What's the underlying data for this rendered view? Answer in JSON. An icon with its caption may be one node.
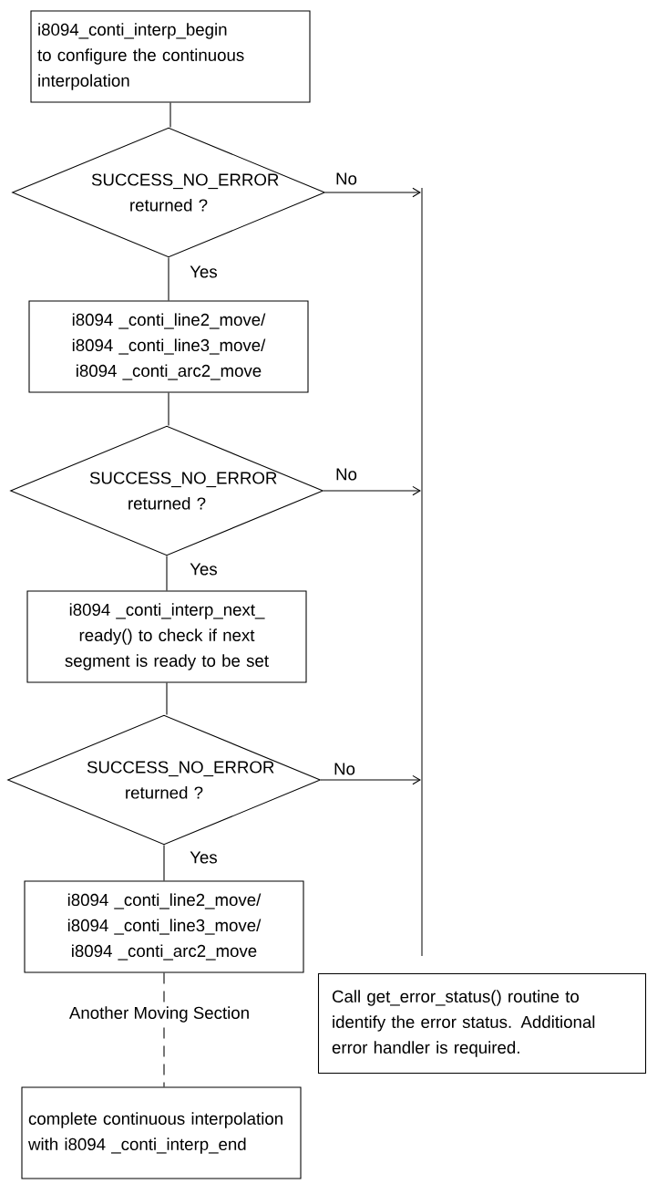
{
  "diagram": {
    "nodes": [
      {
        "text": [
          "i8094_conti_interp_begin to configure the continuous interpolation"
        ]
      },
      {
        "text": [
          "SUCCESS_NO_ERROR returned ?"
        ]
      },
      {
        "text": [
          "i8094 _conti_line2_move/ i8094 _conti_line3_move/ i8094 _conti_arc2_move"
        ]
      },
      {
        "text": [
          "SUCCESS_NO_ERROR returned ?"
        ]
      },
      {
        "text": [
          "i8094 _conti_interp_next_ ready() to check if next segment is ready to be set"
        ]
      },
      {
        "text": [
          "SUCCESS_NO_ERROR returned ?"
        ]
      },
      {
        "text": [
          "i8094 _conti_line2_move/ i8094 _conti_line3_move/ i8094 _conti_arc2_move"
        ]
      },
      {
        "text": [
          "complete continuous interpolation with i8094 _conti_interp_end"
        ]
      },
      {
        "text": [
          "Call get_error_status() routine to identify the error status. Additional error handler is required."
        ]
      },
      {
        "text": [],
        "shape": "bar"
      }
    ],
    "edges": [
      {
        "from": 0,
        "to": 1,
        "arrow": "none"
      },
      {
        "from": 1,
        "to": 2,
        "arrow": "none",
        "label": "Yes"
      },
      {
        "from": 2,
        "to": 3,
        "arrow": "none"
      },
      {
        "from": 3,
        "to": 4,
        "arrow": "none",
        "label": "Yes"
      },
      {
        "from": 4,
        "to": 5,
        "arrow": "none"
      },
      {
        "from": 5,
        "to": 6,
        "arrow": "none",
        "label": "Yes"
      },
      {
        "from": 6,
        "to": 7,
        "arrow": "none",
        "style": "dashed",
        "label": "Another Moving Section"
      },
      {
        "from": 1,
        "to": 9,
        "arrow": "to",
        "label": "No"
      },
      {
        "from": 3,
        "to": 9,
        "arrow": "to",
        "label": "No"
      },
      {
        "from": 5,
        "to": 9,
        "arrow": "to",
        "label": "No"
      }
    ]
  }
}
